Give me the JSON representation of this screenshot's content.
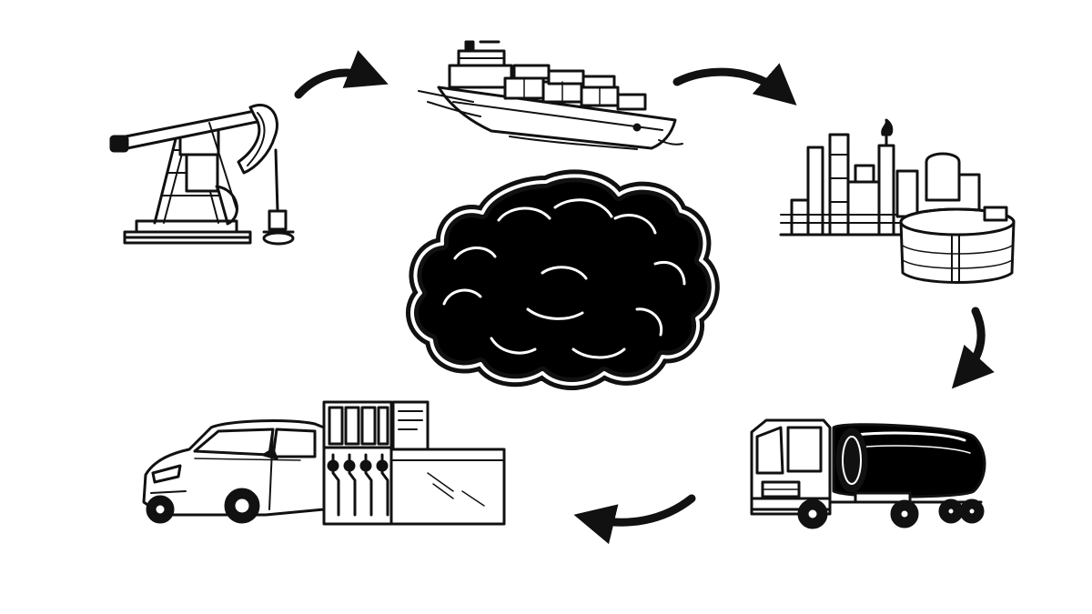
{
  "diagram": {
    "type": "cycle",
    "labels": [],
    "stages": [
      {
        "id": "extraction",
        "icon": "oil-pumpjack-icon"
      },
      {
        "id": "shipping",
        "icon": "cargo-ship-icon"
      },
      {
        "id": "refining",
        "icon": "refinery-icon"
      },
      {
        "id": "distribution",
        "icon": "tanker-truck-icon"
      },
      {
        "id": "consumption",
        "icon": "car-at-fuel-pump-icon"
      }
    ],
    "center": {
      "icon": "smoke-cloud-icon"
    },
    "colors": {
      "ink": "#111111",
      "background": "#ffffff",
      "fill": "#000000"
    }
  }
}
